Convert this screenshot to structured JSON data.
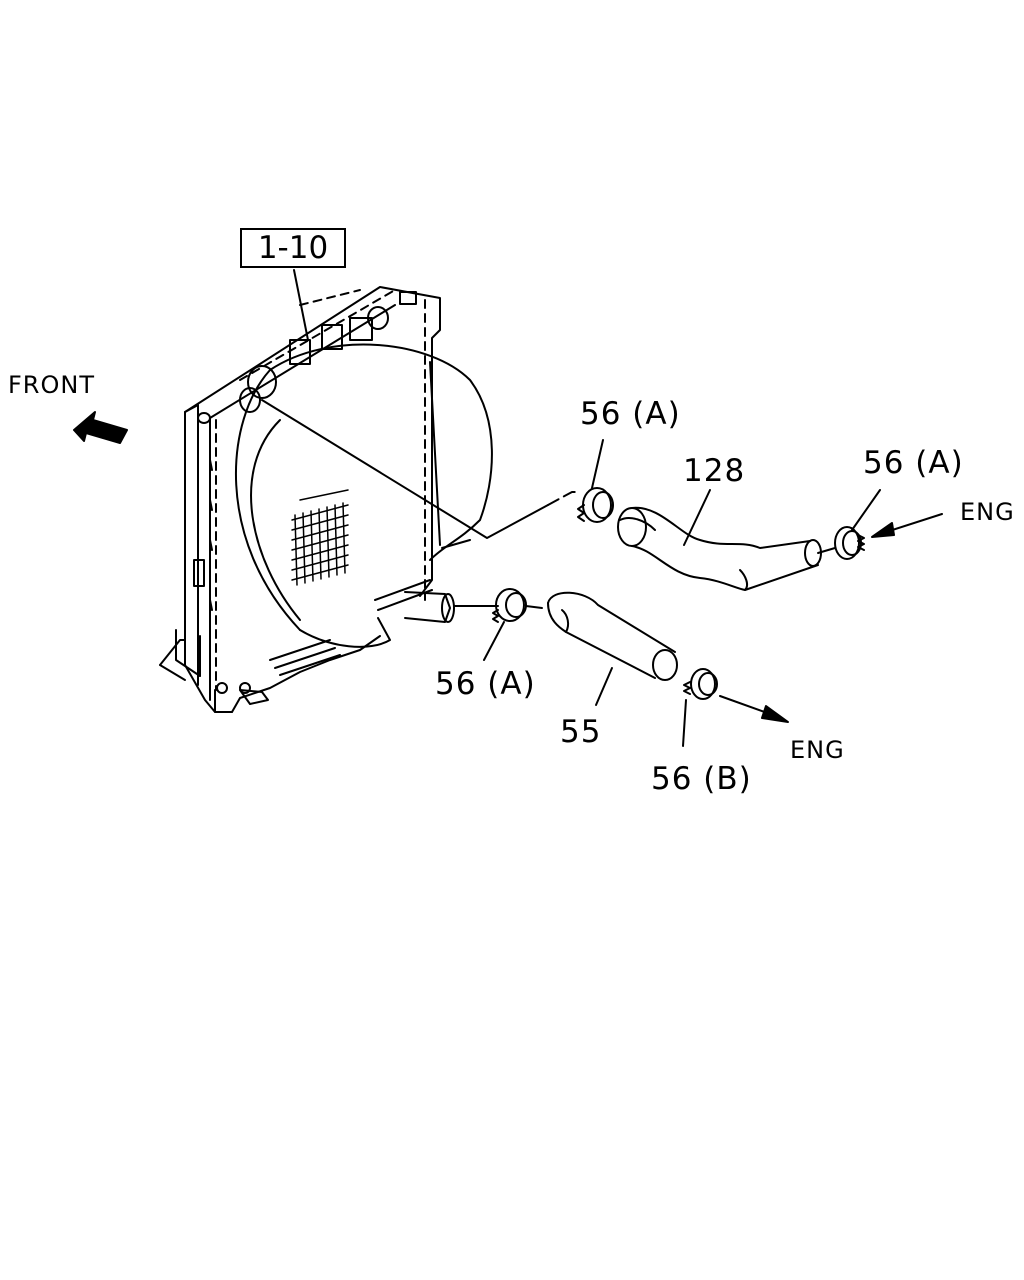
{
  "diagram": {
    "reference_box": "1-10",
    "direction_front": "FRONT",
    "direction_eng_in": "ENG",
    "direction_eng_out": "ENG",
    "callouts": {
      "clamp_top_left": "56 (A)",
      "upper_hose": "128",
      "clamp_top_right": "56 (A)",
      "clamp_lower_left": "56 (A)",
      "lower_hose": "55",
      "clamp_lower_right": "56 (B)"
    }
  }
}
